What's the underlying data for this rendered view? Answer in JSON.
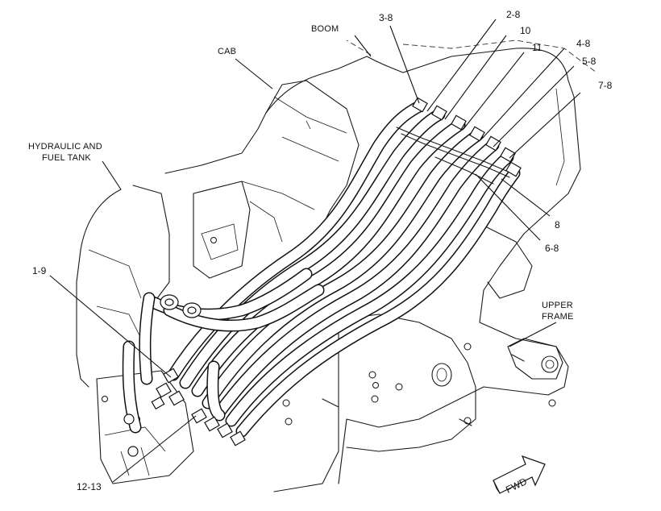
{
  "labels": {
    "boom": "BOOM",
    "cab": "CAB",
    "hydraulic_tank_line1": "HYDRAULIC AND",
    "hydraulic_tank_line2": "FUEL TANK",
    "upper_frame_line1": "UPPER",
    "upper_frame_line2": "FRAME",
    "fwd": "FWD"
  },
  "callouts": {
    "c_3_8": "3-8",
    "c_2_8": "2-8",
    "c_10": "10",
    "c_11": "11",
    "c_4_8": "4-8",
    "c_5_8": "5-8",
    "c_7_8": "7-8",
    "c_8": "8",
    "c_6_8": "6-8",
    "c_1_9": "1-9",
    "c_12_13": "12-13"
  }
}
